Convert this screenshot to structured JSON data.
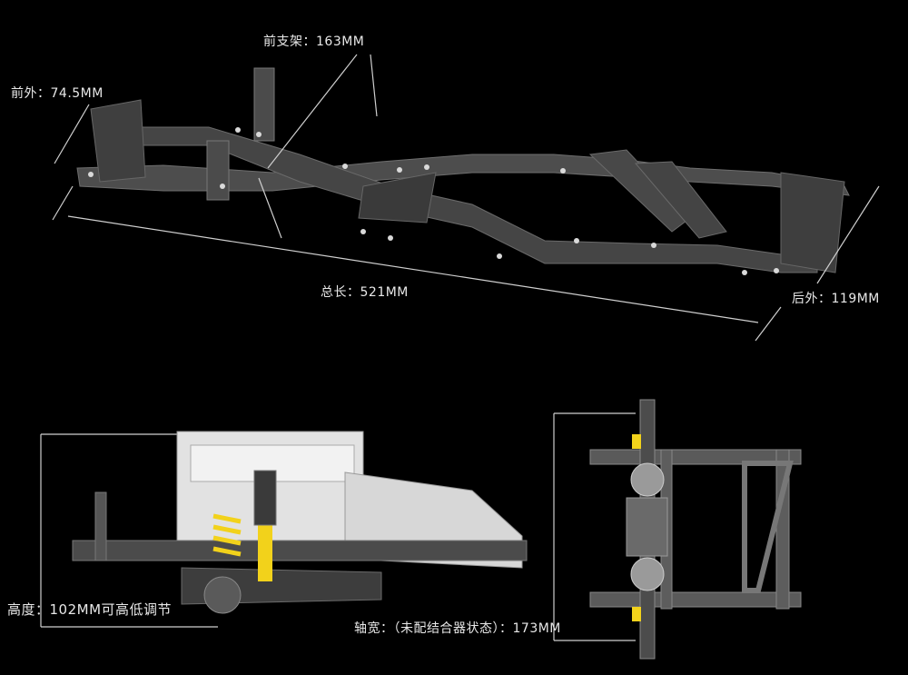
{
  "dimensions": {
    "front_outer": "前外：74.5MM",
    "front_bracket": "前支架：163MM",
    "total_length": "总长：521MM",
    "rear_outer": "后外：119MM",
    "height": "高度：102MM可高低调节",
    "axle_width": "轴宽：（未配结合器状态）：173MM"
  },
  "colors": {
    "background": "#000000",
    "frame": "#4a4a4a",
    "spring": "#f2d21b",
    "guide_line": "#cfcfcf"
  }
}
